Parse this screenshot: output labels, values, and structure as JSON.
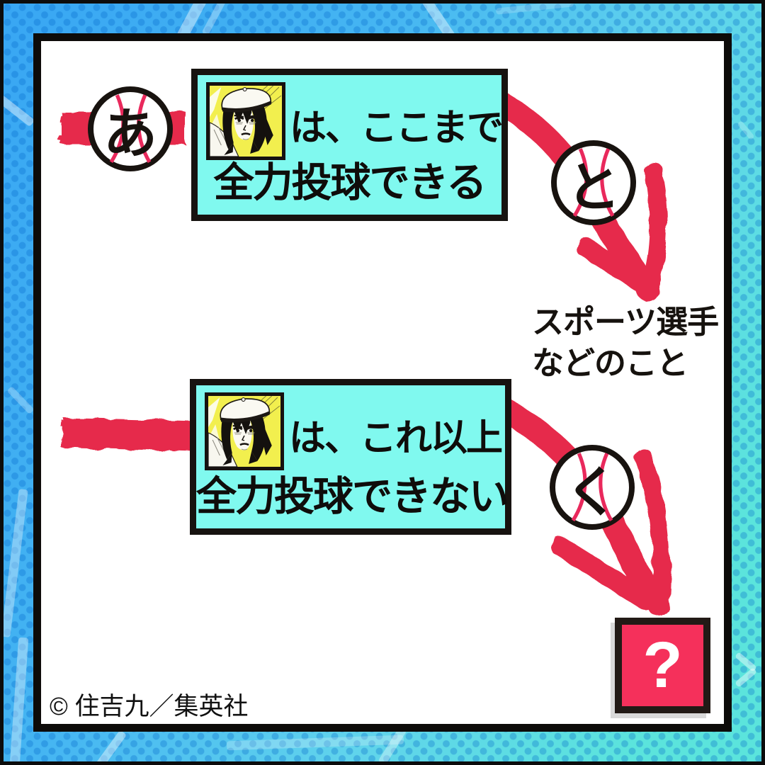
{
  "colors": {
    "frame_blue": "#38A6F3",
    "frame_teal": "#5BE4DC",
    "arrow_red": "#E62C4C",
    "stitch_red": "#E9295C",
    "card_fill": "#80F9EF",
    "portrait_yellow": "#F2EF4E",
    "result_pink": "#F5305B",
    "ink_black": "#17120E"
  },
  "diagram": {
    "row1": {
      "marker": "あ",
      "card_line1": "は、ここまで",
      "card_line2": "全力投球できる",
      "arrow_marker": "と",
      "note_line1": "スポーツ選手",
      "note_line2": "などのこと"
    },
    "row2": {
      "card_line1": "は、これ以上",
      "card_line2": "全力投球できない",
      "arrow_marker": "く",
      "result_label": "?"
    }
  },
  "footer": {
    "copyright": "© 住吉九／集英社"
  }
}
